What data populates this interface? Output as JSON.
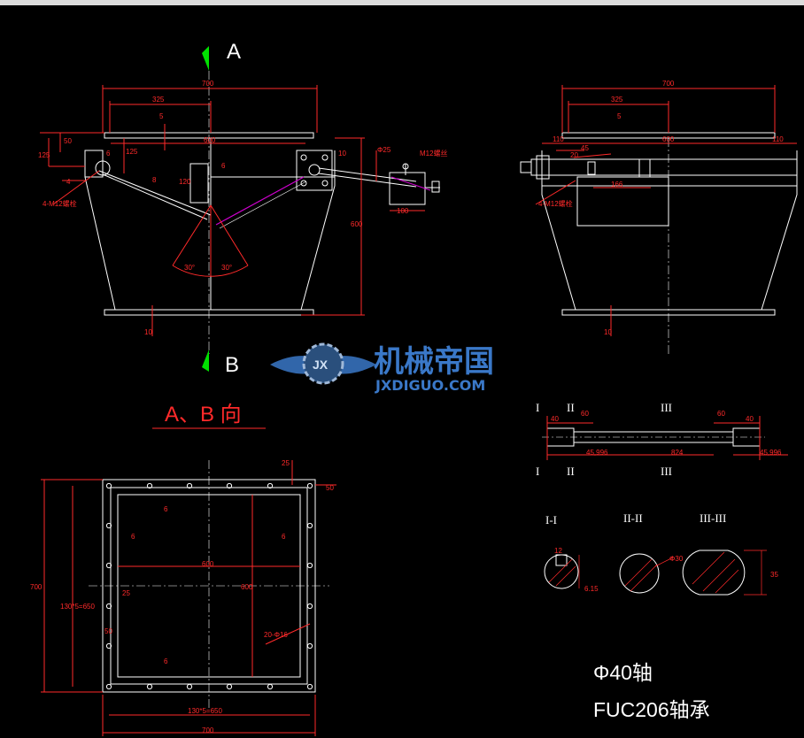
{
  "view_labels": {
    "a": "A",
    "b": "B",
    "ab_view": "A、B 向"
  },
  "logo": {
    "cn": "机械帝国",
    "en": "JXDIGUO.COM",
    "badge": "JX"
  },
  "front_view": {
    "width_700": "700",
    "dim_325": "325",
    "dim_600": "600",
    "dim_5": "5",
    "dim_50": "50",
    "dim_125": "125",
    "dim_125b": "125",
    "dim_6": "6",
    "dim_6b": "6",
    "dim_4": "4",
    "dim_8": "8",
    "dim_120": "120",
    "dim_10": "10",
    "dim_600v": "600",
    "dim_10b": "10",
    "dim_phi25": "Φ25",
    "dim_100": "100",
    "angle_1": "30°",
    "angle_2": "30°",
    "bolt_note": "4-M12螺栓",
    "m12_note": "M12螺丝"
  },
  "side_view": {
    "width_700": "700",
    "dim_325": "325",
    "dim_5": "5",
    "dim_110": "110",
    "dim_600": "600",
    "dim_110b": "110",
    "dim_45": "45",
    "dim_20": "20",
    "dim_166": "166",
    "dim_10": "10",
    "bolt_note": "4-M12螺栓"
  },
  "plan_view": {
    "dim_700": "700",
    "dim_700b": "700",
    "dim_25": "25",
    "dim_50": "50",
    "dim_6": "6",
    "dim_6b": "6",
    "dim_6c": "6",
    "dim_6d": "6",
    "dim_600": "600",
    "dim_600v": "600",
    "dim_25b": "25",
    "dim_50b": "50",
    "holes": "20-Φ16",
    "pitch_v": "130*5=650",
    "pitch_h": "130*5=650"
  },
  "shaft": {
    "sec_i": "I",
    "sec_ii": "II",
    "sec_iii": "III",
    "sec_i_b": "I",
    "sec_ii_b": "II",
    "sec_iii_b": "III",
    "dim_40": "40",
    "dim_60": "60",
    "dim_60b": "60",
    "dim_40b": "40",
    "dim_45996": "45,996",
    "dim_824": "824",
    "dim_45996b": "45,996"
  },
  "sections": {
    "label_1": "I-I",
    "label_2": "II-II",
    "label_3": "III-III",
    "dim_12": "12",
    "dim_615": "6.15",
    "dim_phi30": "Φ30",
    "dim_35": "35"
  },
  "notes": {
    "shaft": "Φ40轴",
    "bearing": "FUC206轴承"
  },
  "colors": {
    "background": "#000000",
    "outline": "#ffffff",
    "dimension": "#ff2a2a",
    "section_line": "#ff2a2a",
    "accent": "#00e000",
    "damper_arm": "#d000d0",
    "logo": "#3a78c8"
  }
}
